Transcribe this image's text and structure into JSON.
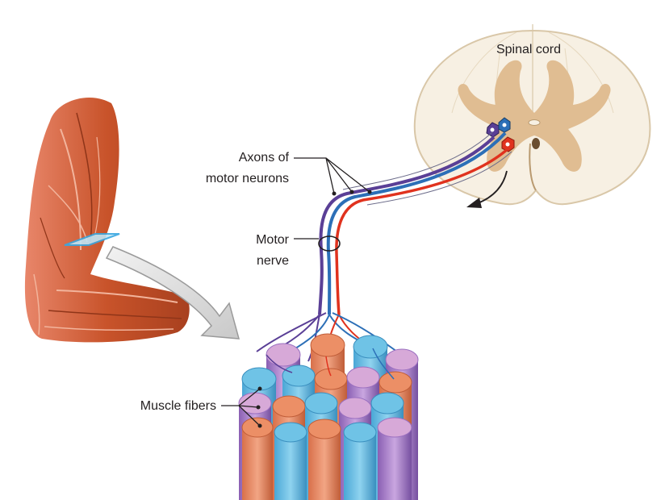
{
  "labels": {
    "spinal_cord": "Spinal cord",
    "axons_line1": "Axons of",
    "axons_line2": "motor neurons",
    "nerve_line1": "Motor",
    "nerve_line2": "nerve",
    "muscle_fibers": "Muscle fibers"
  },
  "colors": {
    "muscle": "#c8532a",
    "muscle_light": "#e8866a",
    "spinal_white": "#f7f0e3",
    "spinal_gray": "#e0bd92",
    "fiber_blue": "#6fc3e6",
    "fiber_pink": "#d7a9d8",
    "fiber_orange": "#ec8f66",
    "fiber_purple": "#9a6fc0",
    "axon_red": "#e0321e",
    "axon_blue": "#2c6fb7",
    "axon_purple": "#5a3f96",
    "selection_plane": "#39a7e0"
  },
  "icons": [
    "arm-illustration",
    "spinal-cord-cross-section",
    "muscle-fiber-bundle",
    "zoom-arrow",
    "curved-signal-arrow",
    "neuron-cell-body"
  ]
}
